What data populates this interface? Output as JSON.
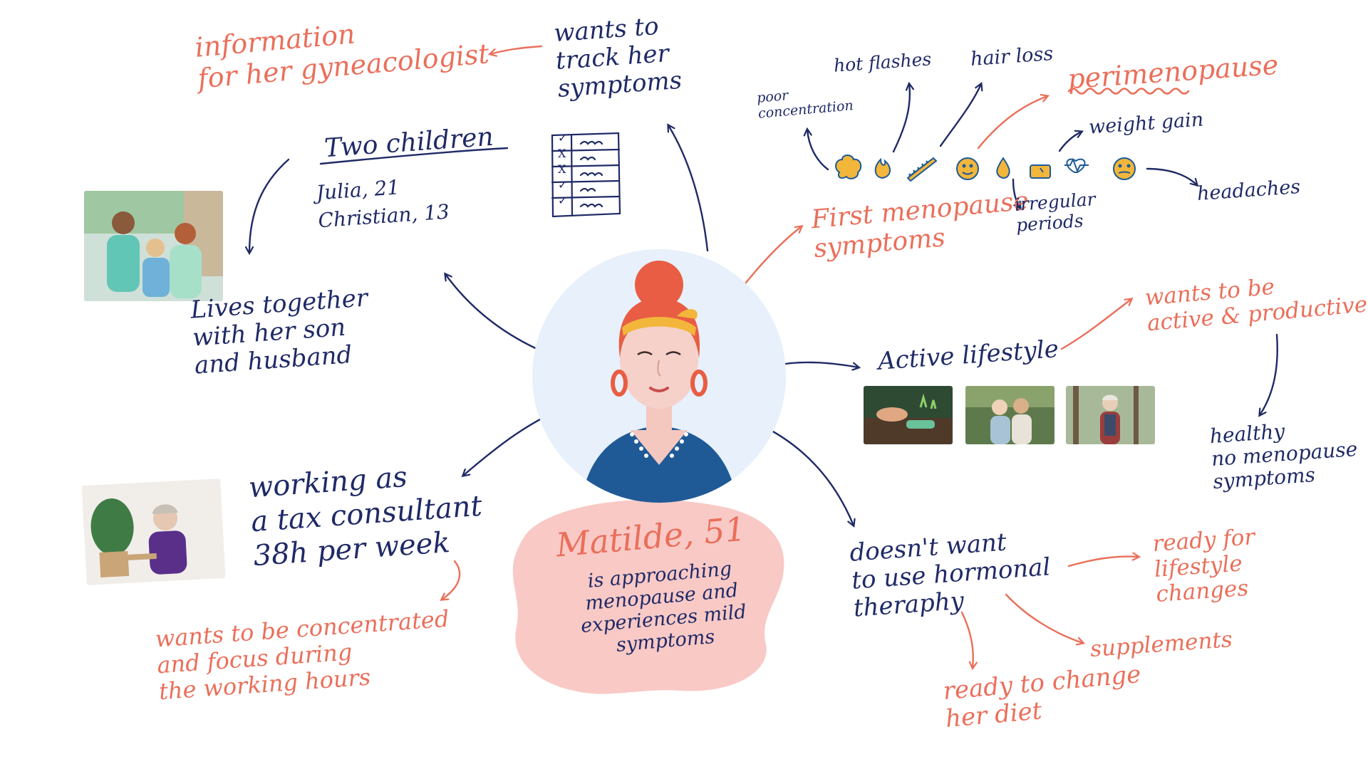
{
  "persona": {
    "name": "Matilde, 51",
    "description_lines": [
      "is approaching",
      "menopause and",
      "experiences mild",
      "symptoms"
    ]
  },
  "tracking": {
    "wants_lines": [
      "wants to",
      "track her",
      "symptoms"
    ],
    "information_lines": [
      "information",
      "for her gyneacologist"
    ],
    "checklist_marks": [
      "✓",
      "X",
      "X",
      "✓",
      "✓"
    ]
  },
  "family": {
    "title": "Two children",
    "children": [
      "Julia, 21",
      "Christian, 13"
    ],
    "lives_lines": [
      "Lives together",
      "with her son",
      "and husband"
    ]
  },
  "work": {
    "job_lines": [
      "working as",
      "a tax consultant",
      "38h per week"
    ],
    "focus_lines": [
      "wants to be concentrated",
      "and focus during",
      "the working hours"
    ]
  },
  "symptoms": {
    "first_lines": [
      "First menopause",
      "symptoms"
    ],
    "perimenopause": "perimenopause",
    "items": {
      "poor_concentration_lines": [
        "poor",
        "concentration"
      ],
      "hot_flashes": "hot flashes",
      "hair_loss": "hair loss",
      "weight_gain": "weight gain",
      "headaches": "headaches",
      "irregular_periods_lines": [
        "irregular",
        "periods"
      ]
    },
    "icons": [
      "brain-icon",
      "flame-icon",
      "comb-icon",
      "sweating-face-icon",
      "drop-icon",
      "scale-icon",
      "heartbeat-icon",
      "dizzy-face-icon"
    ]
  },
  "lifestyle": {
    "title": "Active lifestyle",
    "wants_lines": [
      "wants to be",
      "active & productive"
    ],
    "healthy_lines": [
      "healthy",
      "no menopause",
      "symptoms"
    ]
  },
  "hormonal": {
    "lines": [
      "doesn't want",
      "to use hormonal",
      "theraphy"
    ],
    "ready_lifestyle_lines": [
      "ready for",
      "lifestyle",
      "changes"
    ],
    "supplements": "supplements",
    "diet_lines": [
      "ready to change",
      "her diet"
    ]
  },
  "colors": {
    "navy": "#1f2a66",
    "coral": "#ea6f5a",
    "blob": "#f9c9c6",
    "avatar_bg": "#e7f0fb"
  }
}
